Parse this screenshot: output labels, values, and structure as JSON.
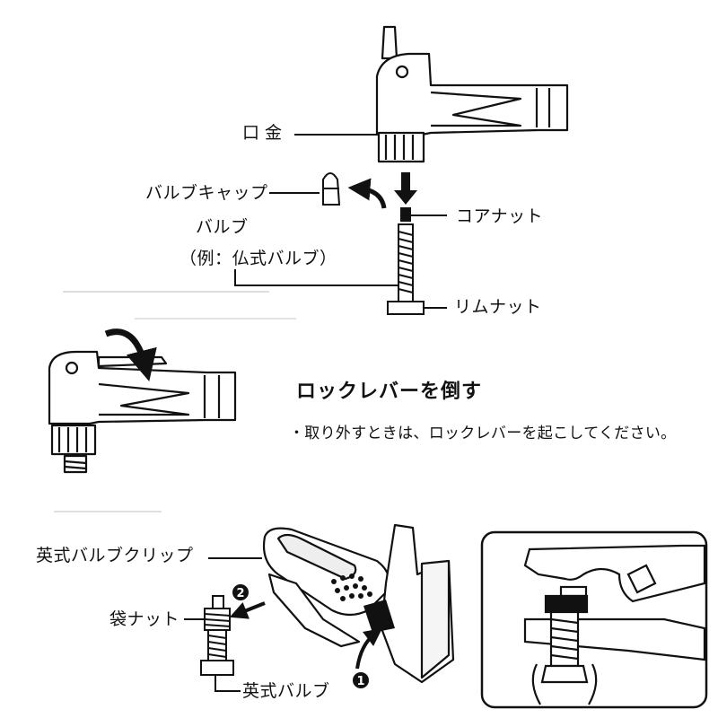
{
  "labels": {
    "kuchigane": "口金",
    "valve_cap": "バルブキャップ",
    "valve": "バルブ",
    "valve_example": "（例：仏式バルブ）",
    "core_nut": "コアナット",
    "rim_nut": "リムナット",
    "english_clip": "英式バルブクリップ",
    "bag_nut": "袋ナット",
    "english_valve": "英式バルブ"
  },
  "instruction": {
    "heading": "ロックレバーを倒す",
    "note": "・取り外すときは、ロックレバーを起こしてください。"
  },
  "steps": {
    "one": "1",
    "two": "2"
  }
}
